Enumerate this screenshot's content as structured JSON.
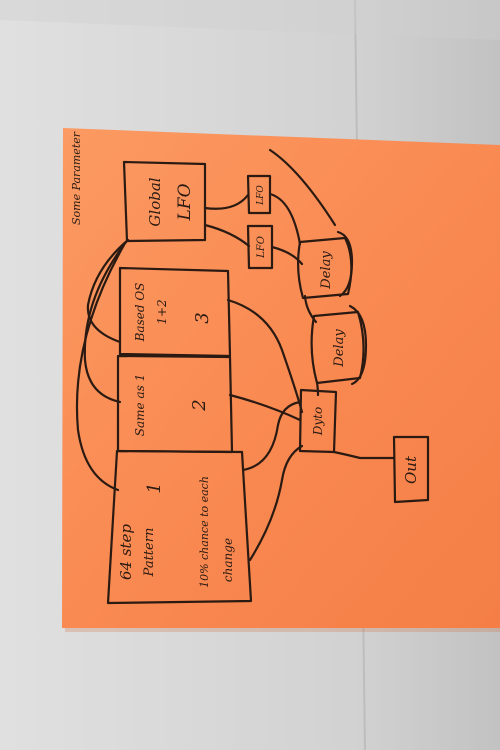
{
  "note": {
    "header": "Some Parameter",
    "lfo_global": {
      "line1": "Global",
      "line2": "LFO"
    },
    "lfo_small_top": "LFO",
    "lfo_small_bottom": "LFO",
    "delay_right": "Delay",
    "delay_left": "Delay",
    "osc_3": {
      "line1": "Based OS",
      "line2": "1+2",
      "number": "3"
    },
    "osc_2": {
      "line1": "Same as 1",
      "number": "2"
    },
    "osc_1": {
      "number": "1",
      "pattern": "64 step",
      "pattern2": "Pattern",
      "chance1": "10% chance to each",
      "chance2": "change"
    },
    "dist": "Dyto",
    "out": "Out"
  },
  "colors": {
    "sticky": "#f98a52",
    "ink": "#2a1a12",
    "background_left": "#dcdcdc",
    "background_right": "#c7c7c7"
  }
}
